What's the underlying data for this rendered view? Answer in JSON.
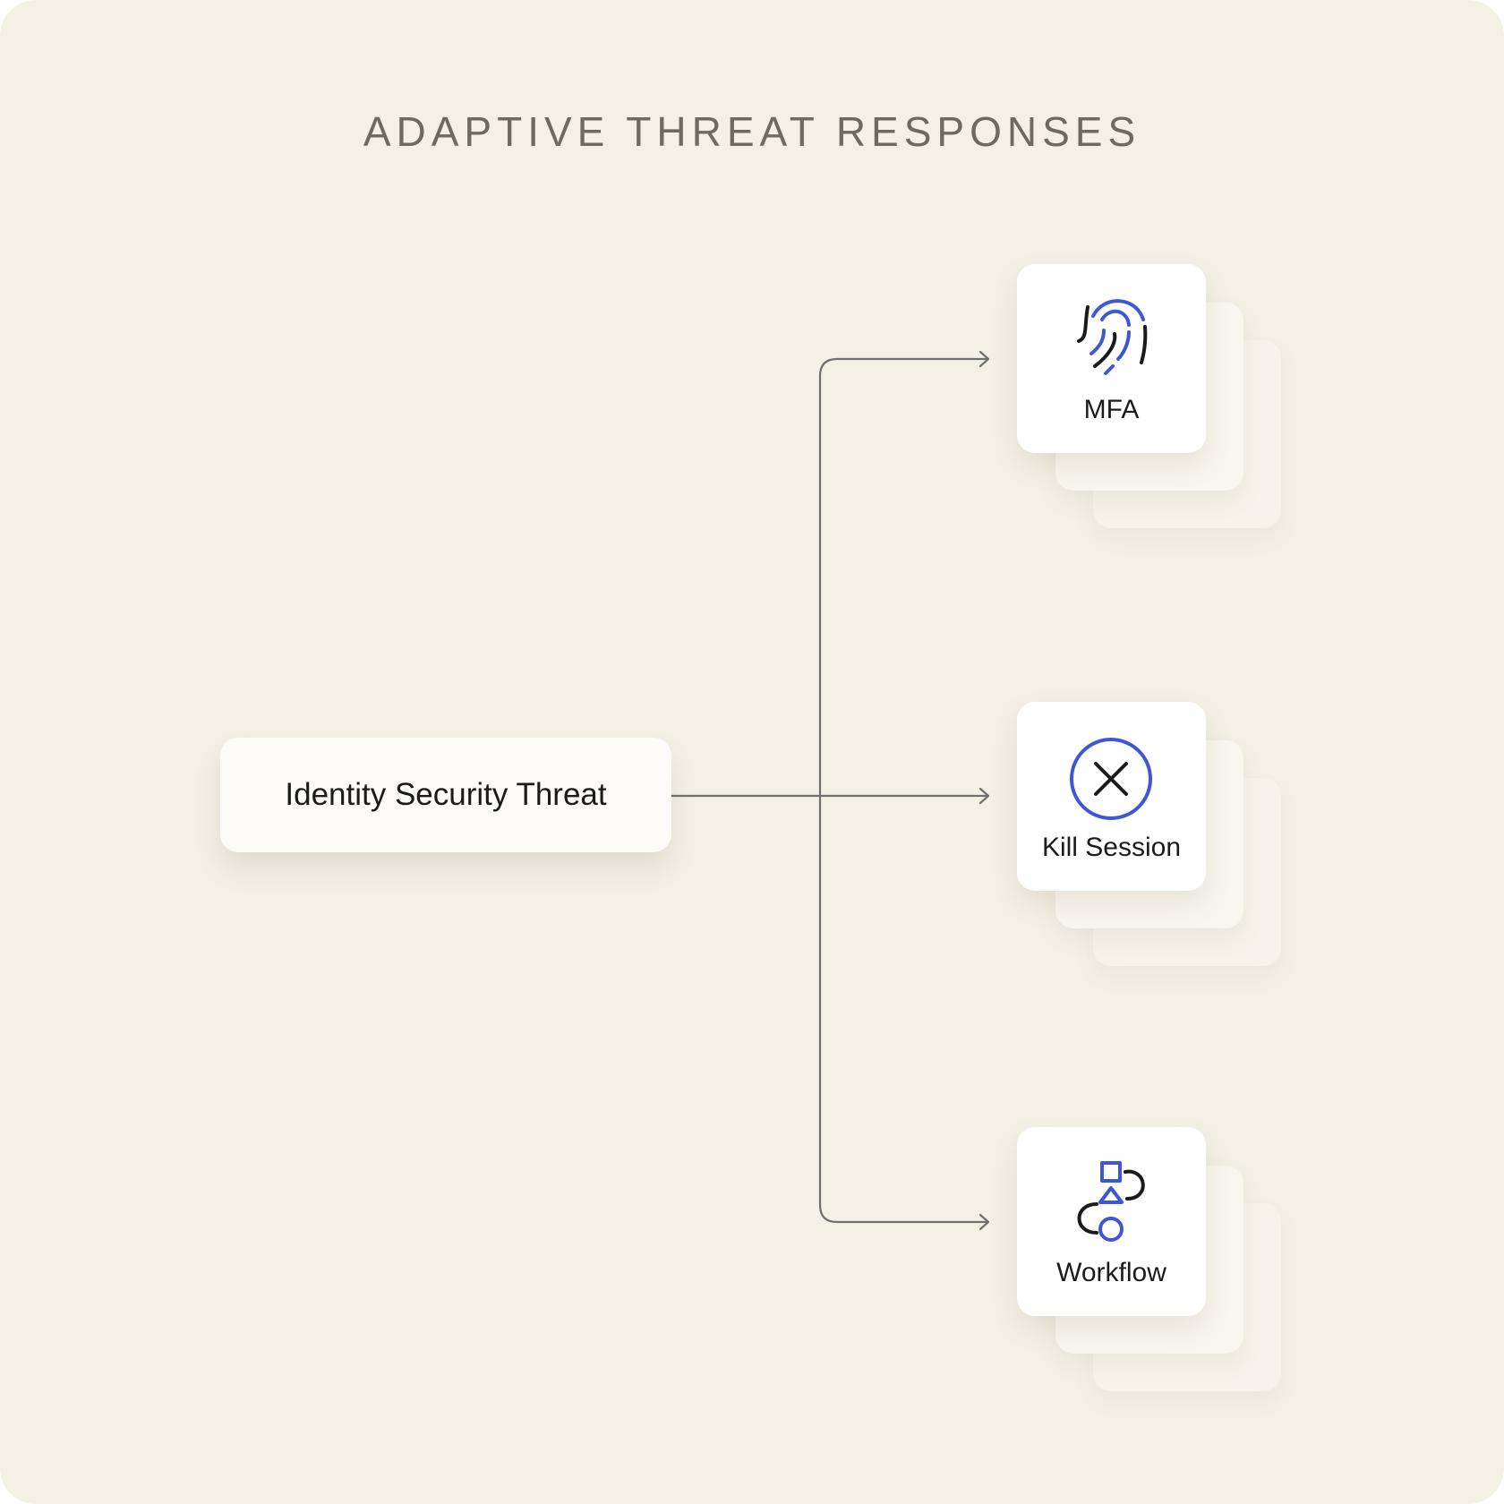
{
  "title": "ADAPTIVE THREAT RESPONSES",
  "source": {
    "label": "Identity Security Threat"
  },
  "responses": [
    {
      "label": "MFA",
      "icon": "fingerprint-icon"
    },
    {
      "label": "Kill Session",
      "icon": "close-circle-icon"
    },
    {
      "label": "Workflow",
      "icon": "workflow-shapes-icon"
    }
  ],
  "colors": {
    "background": "#f4f0e6",
    "accent": "#3f57d6",
    "ink": "#1b1b1b",
    "title": "#6e6a61",
    "connector": "#6f6f6f"
  }
}
